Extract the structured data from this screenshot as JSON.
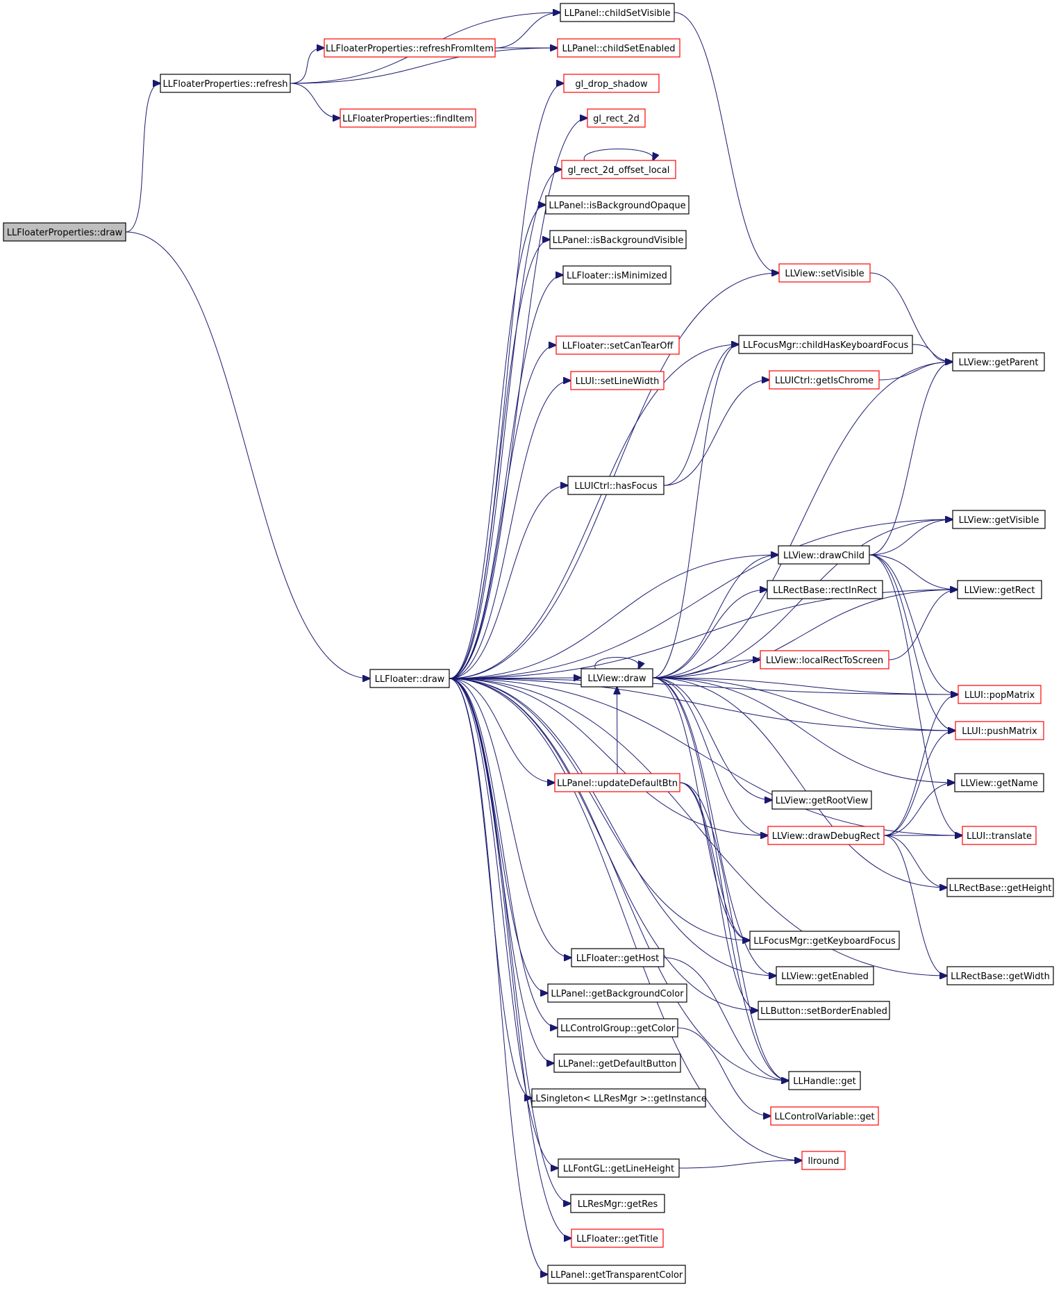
{
  "diagram": {
    "type": "call-graph",
    "colors": {
      "edge": "#191970",
      "node_border_default": "#000000",
      "node_border_truncated": "#ff0000",
      "root_fill": "#bfbfbf",
      "node_fill": "#ffffff"
    },
    "nodes": [
      {
        "id": "n0",
        "label": "LLFloaterProperties::draw",
        "style": "root"
      },
      {
        "id": "n1",
        "label": "LLFloaterProperties::refresh",
        "style": "black"
      },
      {
        "id": "n2",
        "label": "LLFloater::draw",
        "style": "black"
      },
      {
        "id": "n3",
        "label": "LLPanel::childSetVisible",
        "style": "black"
      },
      {
        "id": "n4",
        "label": "LLFloaterProperties::refreshFromItem",
        "style": "red"
      },
      {
        "id": "n5",
        "label": "LLPanel::childSetEnabled",
        "style": "red"
      },
      {
        "id": "n6",
        "label": "LLFloaterProperties::findItem",
        "style": "red"
      },
      {
        "id": "n7",
        "label": "gl_drop_shadow",
        "style": "red"
      },
      {
        "id": "n8",
        "label": "gl_rect_2d",
        "style": "red"
      },
      {
        "id": "n9",
        "label": "gl_rect_2d_offset_local",
        "style": "red"
      },
      {
        "id": "n10",
        "label": "LLPanel::isBackgroundOpaque",
        "style": "black"
      },
      {
        "id": "n11",
        "label": "LLPanel::isBackgroundVisible",
        "style": "black"
      },
      {
        "id": "n12",
        "label": "LLFloater::isMinimized",
        "style": "black"
      },
      {
        "id": "n13",
        "label": "LLView::setVisible",
        "style": "red"
      },
      {
        "id": "n14",
        "label": "LLFloater::setCanTearOff",
        "style": "red"
      },
      {
        "id": "n15",
        "label": "LLFocusMgr::childHasKeyboardFocus",
        "style": "black"
      },
      {
        "id": "n16",
        "label": "LLView::getParent",
        "style": "black"
      },
      {
        "id": "n17",
        "label": "LLUI::setLineWidth",
        "style": "red"
      },
      {
        "id": "n18",
        "label": "LLUICtrl::getIsChrome",
        "style": "red"
      },
      {
        "id": "n19",
        "label": "LLUICtrl::hasFocus",
        "style": "black"
      },
      {
        "id": "n20",
        "label": "LLView::getVisible",
        "style": "black"
      },
      {
        "id": "n21",
        "label": "LLView::drawChild",
        "style": "black"
      },
      {
        "id": "n22",
        "label": "LLRectBase::rectInRect",
        "style": "black"
      },
      {
        "id": "n23",
        "label": "LLView::getRect",
        "style": "black"
      },
      {
        "id": "n24",
        "label": "LLView::localRectToScreen",
        "style": "red"
      },
      {
        "id": "n25",
        "label": "LLView::draw",
        "style": "black"
      },
      {
        "id": "n26",
        "label": "LLUI::popMatrix",
        "style": "red"
      },
      {
        "id": "n27",
        "label": "LLUI::pushMatrix",
        "style": "red"
      },
      {
        "id": "n28",
        "label": "LLPanel::updateDefaultBtn",
        "style": "red"
      },
      {
        "id": "n29",
        "label": "LLView::getName",
        "style": "black"
      },
      {
        "id": "n30",
        "label": "LLView::getRootView",
        "style": "black"
      },
      {
        "id": "n31",
        "label": "LLView::drawDebugRect",
        "style": "red"
      },
      {
        "id": "n32",
        "label": "LLUI::translate",
        "style": "red"
      },
      {
        "id": "n33",
        "label": "LLRectBase::getHeight",
        "style": "black"
      },
      {
        "id": "n34",
        "label": "LLFocusMgr::getKeyboardFocus",
        "style": "black"
      },
      {
        "id": "n35",
        "label": "LLFloater::getHost",
        "style": "black"
      },
      {
        "id": "n36",
        "label": "LLView::getEnabled",
        "style": "black"
      },
      {
        "id": "n37",
        "label": "LLRectBase::getWidth",
        "style": "black"
      },
      {
        "id": "n38",
        "label": "LLPanel::getBackgroundColor",
        "style": "black"
      },
      {
        "id": "n39",
        "label": "LLButton::setBorderEnabled",
        "style": "black"
      },
      {
        "id": "n40",
        "label": "LLControlGroup::getColor",
        "style": "black"
      },
      {
        "id": "n41",
        "label": "LLPanel::getDefaultButton",
        "style": "black"
      },
      {
        "id": "n42",
        "label": "LLHandle::get",
        "style": "black"
      },
      {
        "id": "n43",
        "label": "LLSingleton< LLResMgr >::getInstance",
        "style": "black"
      },
      {
        "id": "n44",
        "label": "LLControlVariable::get",
        "style": "red"
      },
      {
        "id": "n45",
        "label": "llround",
        "style": "red"
      },
      {
        "id": "n46",
        "label": "LLFontGL::getLineHeight",
        "style": "black"
      },
      {
        "id": "n47",
        "label": "LLResMgr::getRes",
        "style": "black"
      },
      {
        "id": "n48",
        "label": "LLFloater::getTitle",
        "style": "red"
      },
      {
        "id": "n49",
        "label": "LLPanel::getTransparentColor",
        "style": "black"
      }
    ],
    "edges": [
      [
        "n0",
        "n1"
      ],
      [
        "n0",
        "n2"
      ],
      [
        "n1",
        "n3"
      ],
      [
        "n1",
        "n4"
      ],
      [
        "n1",
        "n5"
      ],
      [
        "n1",
        "n6"
      ],
      [
        "n4",
        "n3"
      ],
      [
        "n4",
        "n5"
      ],
      [
        "n3",
        "n13"
      ],
      [
        "n2",
        "n7"
      ],
      [
        "n2",
        "n8"
      ],
      [
        "n2",
        "n9"
      ],
      [
        "n2",
        "n10"
      ],
      [
        "n2",
        "n11"
      ],
      [
        "n2",
        "n12"
      ],
      [
        "n2",
        "n13"
      ],
      [
        "n2",
        "n14"
      ],
      [
        "n2",
        "n15"
      ],
      [
        "n2",
        "n17"
      ],
      [
        "n2",
        "n19"
      ],
      [
        "n2",
        "n20"
      ],
      [
        "n2",
        "n21"
      ],
      [
        "n2",
        "n23"
      ],
      [
        "n2",
        "n25"
      ],
      [
        "n2",
        "n26"
      ],
      [
        "n2",
        "n27"
      ],
      [
        "n2",
        "n28"
      ],
      [
        "n2",
        "n31"
      ],
      [
        "n2",
        "n32"
      ],
      [
        "n2",
        "n34"
      ],
      [
        "n2",
        "n35"
      ],
      [
        "n2",
        "n36"
      ],
      [
        "n2",
        "n37"
      ],
      [
        "n2",
        "n38"
      ],
      [
        "n2",
        "n39"
      ],
      [
        "n2",
        "n40"
      ],
      [
        "n2",
        "n41"
      ],
      [
        "n2",
        "n42"
      ],
      [
        "n2",
        "n43"
      ],
      [
        "n2",
        "n45"
      ],
      [
        "n2",
        "n46"
      ],
      [
        "n2",
        "n47"
      ],
      [
        "n2",
        "n48"
      ],
      [
        "n2",
        "n49"
      ],
      [
        "n9",
        "n9"
      ],
      [
        "n13",
        "n16"
      ],
      [
        "n15",
        "n16"
      ],
      [
        "n18",
        "n16"
      ],
      [
        "n19",
        "n18"
      ],
      [
        "n19",
        "n15"
      ],
      [
        "n21",
        "n20"
      ],
      [
        "n21",
        "n23"
      ],
      [
        "n21",
        "n16"
      ],
      [
        "n21",
        "n26"
      ],
      [
        "n21",
        "n27"
      ],
      [
        "n21",
        "n32"
      ],
      [
        "n24",
        "n23"
      ],
      [
        "n25",
        "n25"
      ],
      [
        "n25",
        "n15"
      ],
      [
        "n25",
        "n16"
      ],
      [
        "n25",
        "n20"
      ],
      [
        "n25",
        "n21"
      ],
      [
        "n25",
        "n22"
      ],
      [
        "n25",
        "n23"
      ],
      [
        "n25",
        "n24"
      ],
      [
        "n25",
        "n26"
      ],
      [
        "n25",
        "n27"
      ],
      [
        "n25",
        "n29"
      ],
      [
        "n25",
        "n30"
      ],
      [
        "n25",
        "n31"
      ],
      [
        "n25",
        "n34"
      ],
      [
        "n25",
        "n36"
      ],
      [
        "n25",
        "n42"
      ],
      [
        "n25",
        "n33"
      ],
      [
        "n28",
        "n25"
      ],
      [
        "n28",
        "n34"
      ],
      [
        "n28",
        "n39"
      ],
      [
        "n28",
        "n42"
      ],
      [
        "n31",
        "n26"
      ],
      [
        "n31",
        "n27"
      ],
      [
        "n31",
        "n29"
      ],
      [
        "n31",
        "n32"
      ],
      [
        "n31",
        "n33"
      ],
      [
        "n31",
        "n37"
      ],
      [
        "n35",
        "n42"
      ],
      [
        "n40",
        "n44"
      ],
      [
        "n46",
        "n45"
      ]
    ]
  }
}
